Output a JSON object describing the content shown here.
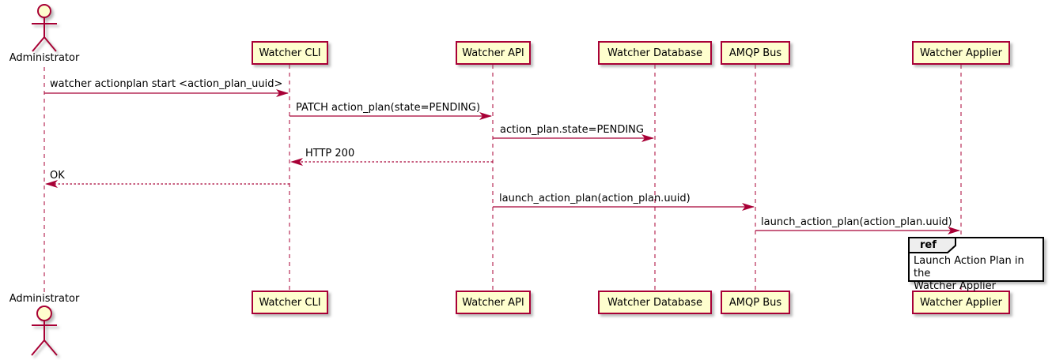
{
  "diagram": {
    "type": "sequence-diagram",
    "actor": {
      "label": "Administrator"
    },
    "participants": [
      {
        "id": "watcher-cli",
        "label": "Watcher CLI"
      },
      {
        "id": "watcher-api",
        "label": "Watcher API"
      },
      {
        "id": "watcher-database",
        "label": "Watcher Database"
      },
      {
        "id": "amqp-bus",
        "label": "AMQP Bus"
      },
      {
        "id": "watcher-applier",
        "label": "Watcher Applier"
      }
    ],
    "messages": [
      {
        "from": "Administrator",
        "to": "Watcher CLI",
        "label": "watcher actionplan start <action_plan_uuid>",
        "line": "solid"
      },
      {
        "from": "Watcher CLI",
        "to": "Watcher API",
        "label": "PATCH action_plan(state=PENDING)",
        "line": "solid"
      },
      {
        "from": "Watcher API",
        "to": "Watcher Database",
        "label": "action_plan.state=PENDING",
        "line": "solid"
      },
      {
        "from": "Watcher API",
        "to": "Watcher CLI",
        "label": "HTTP 200",
        "line": "dashed"
      },
      {
        "from": "Watcher CLI",
        "to": "Administrator",
        "label": "OK",
        "line": "dashed"
      },
      {
        "from": "Watcher API",
        "to": "AMQP Bus",
        "label": "launch_action_plan(action_plan.uuid)",
        "line": "solid"
      },
      {
        "from": "AMQP Bus",
        "to": "Watcher Applier",
        "label": "launch_action_plan(action_plan.uuid)",
        "line": "solid"
      }
    ],
    "ref": {
      "keyword": "ref",
      "over": "Watcher Applier",
      "lines": [
        "Launch Action Plan in the",
        "Watcher Applier"
      ]
    },
    "colors": {
      "participant_fill": "#FEFECE",
      "participant_border": "#A80036",
      "arrow": "#A80036",
      "lifeline": "#A80036",
      "actor": "#A80036",
      "ref_border": "#000000",
      "ref_tag_fill": "#EEEEEE",
      "background": "#FFFFFF"
    }
  }
}
